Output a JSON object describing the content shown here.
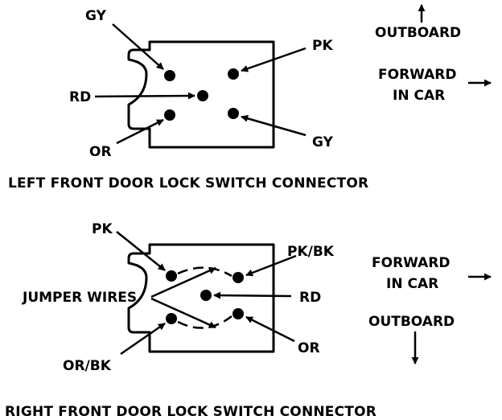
{
  "left_connector": {
    "caption": "LEFT FRONT DOOR LOCK SWITCH CONNECTOR",
    "labels": {
      "top_left": "GY",
      "top_right": "PK",
      "middle": "RD",
      "bottom_left": "OR",
      "bottom_right": "GY"
    },
    "direction_outboard": "OUTBOARD",
    "direction_forward_line1": "FORWARD",
    "direction_forward_line2": "IN CAR"
  },
  "right_connector": {
    "caption": "RIGHT FRONT DOOR LOCK SWITCH CONNECTOR",
    "labels": {
      "top_left": "PK",
      "top_right": "PK/BK",
      "middle": "RD",
      "jumper": "JUMPER WIRES",
      "bottom_left": "OR/BK",
      "bottom_right": "OR"
    },
    "direction_forward_line1": "FORWARD",
    "direction_forward_line2": "IN CAR",
    "direction_outboard": "OUTBOARD"
  }
}
